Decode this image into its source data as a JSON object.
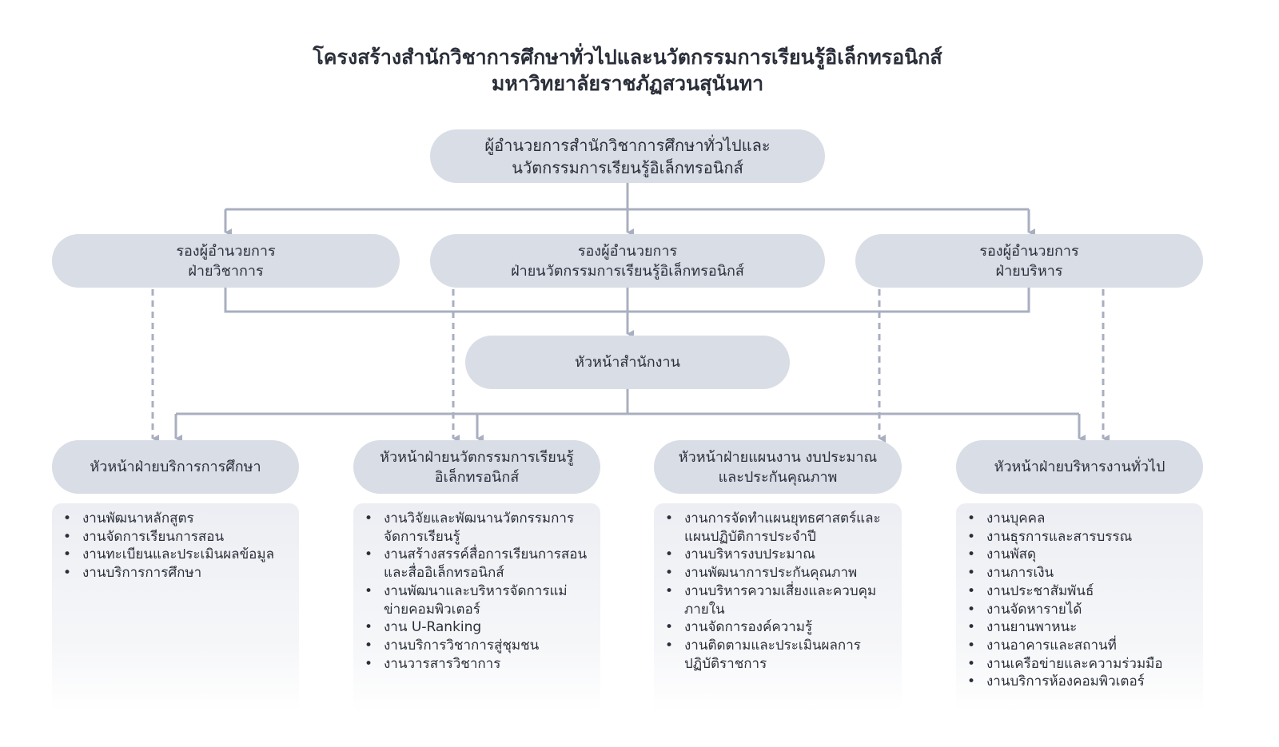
{
  "title": {
    "line1": "โครงสร้างสำนักวิชาการศึกษาทั่วไปและนวัตกรรมการเรียนรู้อิเล็กทรอนิกส์",
    "line2": "มหาวิทยาลัยราชภัฏสวนสุนันทา"
  },
  "director": {
    "line1": "ผู้อำนวยการสำนักวิชาการศึกษาทั่วไปและ",
    "line2": "นวัตกรรมการเรียนรู้อิเล็กทรอนิกส์"
  },
  "deputies": [
    {
      "line1": "รองผู้อำนวยการ",
      "line2": "ฝ่ายวิชาการ"
    },
    {
      "line1": "รองผู้อำนวยการ",
      "line2": "ฝ่ายนวัตกรรมการเรียนรู้อิเล็กทรอนิกส์"
    },
    {
      "line1": "รองผู้อำนวยการ",
      "line2": "ฝ่ายบริหาร"
    }
  ],
  "office_head": "หัวหน้าสำนักงาน",
  "divisions": [
    {
      "line1": "หัวหน้าฝ่ายบริการการศึกษา",
      "line2": "",
      "items": [
        "งานพัฒนาหลักสูตร",
        "งานจัดการเรียนการสอน",
        "งานทะเบียนและประเมินผลข้อมูล",
        "งานบริการการศึกษา"
      ]
    },
    {
      "line1": "หัวหน้าฝ่ายนวัตกรรมการเรียนรู้",
      "line2": "อิเล็กทรอนิกส์",
      "items": [
        "งานวิจัยและพัฒนานวัตกรรมการจัดการเรียนรู้",
        "งานสร้างสรรค์สื่อการเรียนการสอนและสื่ออิเล็กทรอนิกส์",
        "งานพัฒนาและบริหารจัดการแม่ข่ายคอมพิวเตอร์",
        "งาน U-Ranking",
        "งานบริการวิชาการสู่ชุมชน",
        "งานวารสารวิชาการ"
      ]
    },
    {
      "line1": "หัวหน้าฝ่ายแผนงาน งบประมาณ",
      "line2": "และประกันคุณภาพ",
      "items": [
        "งานการจัดทำแผนยุทธศาสตร์และแผนปฏิบัติการประจำปี",
        "งานบริหารงบประมาณ",
        "งานพัฒนาการประกันคุณภาพ",
        "งานบริหารความเสี่ยงและควบคุมภายใน",
        "งานจัดการองค์ความรู้",
        "งานติดตามและประเมินผลการปฏิบัติราชการ"
      ]
    },
    {
      "line1": "หัวหน้าฝ่ายบริหารงานทั่วไป",
      "line2": "",
      "items": [
        "งานบุคคล",
        "งานธุรการและสารบรรณ",
        "งานพัสดุ",
        "งานการเงิน",
        "งานประชาสัมพันธ์",
        "งานจัดหารายได้",
        "งานยานพาหนะ",
        "งานอาคารและสถานที่",
        "งานเครือข่ายและความร่วมมือ",
        "งานบริการห้องคอมพิวเตอร์"
      ]
    }
  ],
  "colors": {
    "box": "#d9dde6",
    "line": "#a9afc0",
    "text": "#2b2f3a"
  }
}
